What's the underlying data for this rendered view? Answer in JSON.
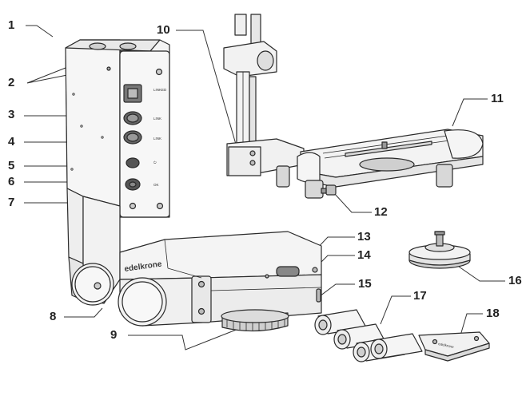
{
  "callouts": [
    "1",
    "2",
    "3",
    "4",
    "5",
    "6",
    "7",
    "8",
    "9",
    "10",
    "11",
    "12",
    "13",
    "14",
    "15",
    "16",
    "17",
    "18"
  ],
  "brand": {
    "main_body": "edelkrone",
    "case": "edelkrone"
  },
  "button_labels": {
    "top": "LINKED",
    "b1": "LINK",
    "b2": "LINK",
    "b3": "⏻",
    "b4": "OK"
  }
}
